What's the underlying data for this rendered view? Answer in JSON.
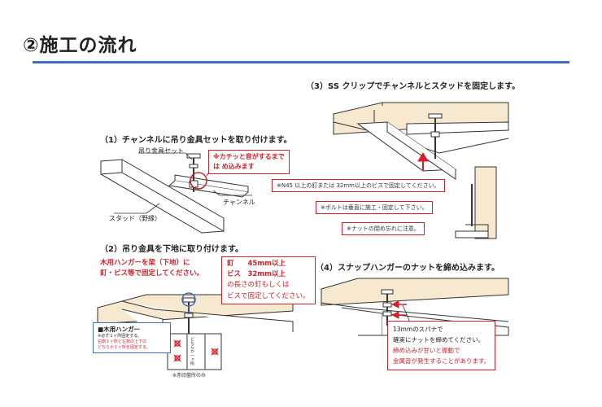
{
  "page": {
    "title": "②施工の流れ"
  },
  "step1": {
    "heading": "（1）チャンネルに吊り金具セットを取り付けます。",
    "label_hanger_set": "吊り金具セット",
    "label_channel": "チャンネル",
    "label_stud": "スタッド（野縁）",
    "callout_line1": "※カチッと音がするまで",
    "callout_line2": "は め込みます"
  },
  "step2": {
    "heading": "（2）吊り金具を下地に取り付けます。",
    "note_line1": "木用ハンガーを梁（下地）に",
    "note_line2": "釘・ビス等で固定してください。",
    "spec_nail": "釘　　45mm以上",
    "spec_screw": "ビス　32mm以上",
    "spec_line3": "の長さの釘もしくは",
    "spec_line4": "ビスで固定してください。",
    "wood_title": "■木用ハンガー",
    "wood_line1": "※必ず２ヶ所固定する。",
    "wood_line2": "右側１ヶ所と左側の上下の",
    "wood_line3": "どちらか１ヶ所を固定する。",
    "fixture_side_label": "どちらか一ヶ所",
    "fixture_caption": "※赤印箇所のみ"
  },
  "step3": {
    "heading": "（3）SS クリップでチャンネルとスタッドを固定します。",
    "note_n45": "※N45 以上の釘または 32mm以上のビスで固定してください。",
    "note_bolt": "※ボルトは垂直に施工・固定して下さい。",
    "note_nut": "※ナットの閉め忘れに注意。"
  },
  "step4": {
    "heading": "（4）スナップハンガーのナットを締め込みます。",
    "line1": "13mmのスパナで",
    "line2": "確実にナットを締めてください。",
    "line3": "締め込みが甘いと振動で",
    "line4": "金属音が発生することがあります。"
  },
  "colors": {
    "accent_blue": "#3c6fc4",
    "warning_red": "#d3212b",
    "wood": "#f6e9cf"
  }
}
